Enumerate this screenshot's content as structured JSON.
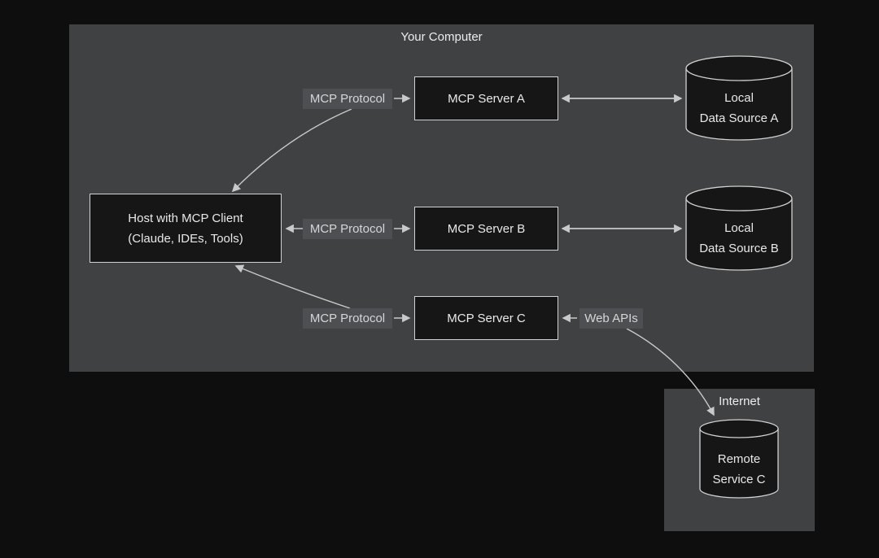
{
  "panels": {
    "your_computer": {
      "label": "Your Computer"
    },
    "internet": {
      "label": "Internet"
    }
  },
  "nodes": {
    "host": {
      "line1": "Host with MCP Client",
      "line2": "(Claude, IDEs, Tools)"
    },
    "servers": [
      {
        "label": "MCP Server A"
      },
      {
        "label": "MCP Server B"
      },
      {
        "label": "MCP Server C"
      }
    ],
    "data_sources": [
      {
        "line1": "Local",
        "line2": "Data Source A"
      },
      {
        "line1": "Local",
        "line2": "Data Source B"
      }
    ],
    "remote_service": {
      "line1": "Remote",
      "line2": "Service C"
    }
  },
  "edge_labels": {
    "protocol_a": "MCP Protocol",
    "protocol_b": "MCP Protocol",
    "protocol_c": "MCP Protocol",
    "web_apis": "Web APIs"
  },
  "colors": {
    "background": "#0e0e0f",
    "panel": "#3f4143",
    "node_fill": "#161616",
    "node_border": "#d2d2d2",
    "edge_label_bg": "#4d4f52",
    "wire": "#c9c9c9",
    "text": "#e9e9e9"
  }
}
